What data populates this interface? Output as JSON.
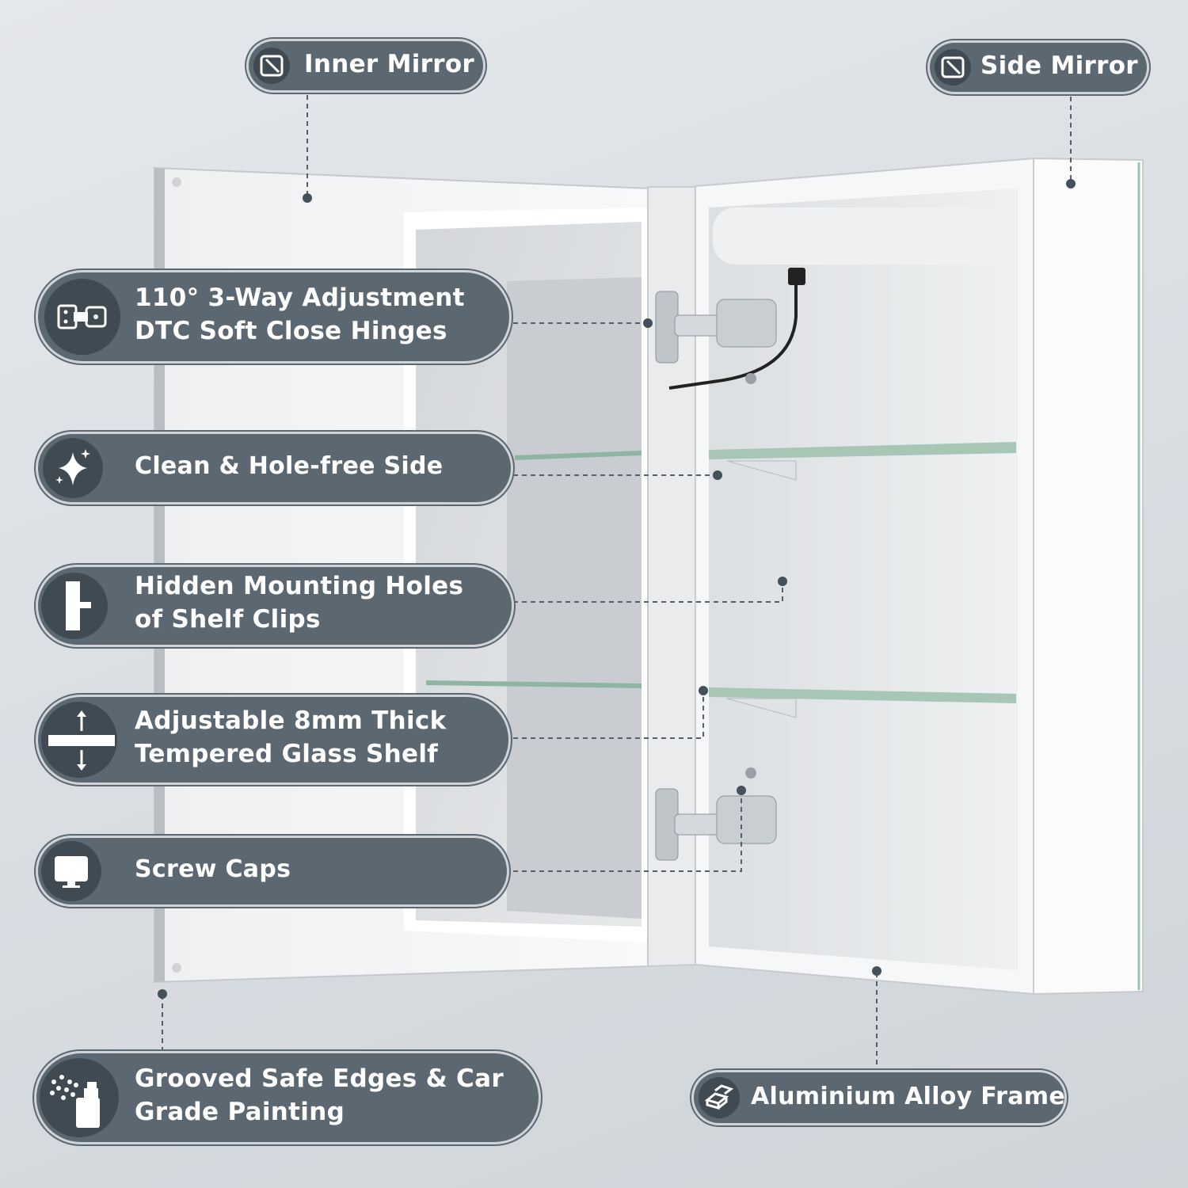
{
  "colors": {
    "pill": "#5b6872",
    "disc": "#3f4a53",
    "background": "#dde1e5",
    "glass": "#8fb5a2"
  },
  "labels": {
    "inner_mirror": {
      "icon": "mirror-icon",
      "text": "Inner Mirror"
    },
    "side_mirror": {
      "icon": "mirror-icon",
      "text": "Side Mirror"
    },
    "aluminium_frame": {
      "icon": "metal-bars-icon",
      "text": "Aluminium Alloy Frame"
    }
  },
  "features": [
    {
      "icon": "hinge-icon",
      "line1": "110° 3-Way Adjustment",
      "line2": "DTC Soft Close Hinges"
    },
    {
      "icon": "sparkle-icon",
      "line1": "Clean & Hole-free Side",
      "line2": ""
    },
    {
      "icon": "shelf-clip-icon",
      "line1": "Hidden Mounting Holes",
      "line2": "of Shelf Clips"
    },
    {
      "icon": "adjust-arrows-icon",
      "line1": "Adjustable 8mm Thick",
      "line2": "Tempered Glass Shelf"
    },
    {
      "icon": "screw-cap-icon",
      "line1": "Screw Caps",
      "line2": ""
    },
    {
      "icon": "spray-paint-icon",
      "line1": "Grooved Safe Edges & Car",
      "line2": "Grade Painting"
    }
  ]
}
